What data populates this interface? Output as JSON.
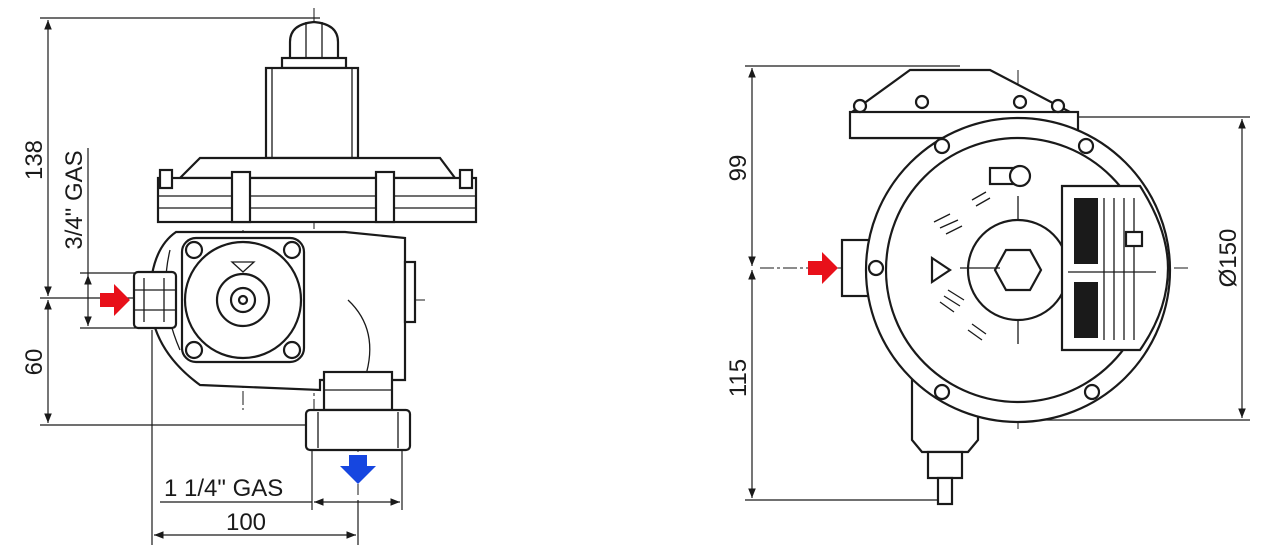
{
  "left_view": {
    "dim_height_top": "138",
    "dim_height_bottom": "60",
    "inlet_thread": "3/4\" GAS",
    "outlet_thread": "1 1/4\" GAS",
    "dim_width": "100"
  },
  "right_view": {
    "dim_height_top": "99",
    "dim_height_bottom": "115",
    "dim_diameter": "Ø150"
  },
  "colors": {
    "inlet_arrow": "#e8101a",
    "outlet_arrow": "#1646e0",
    "line": "#1a1a1a"
  }
}
